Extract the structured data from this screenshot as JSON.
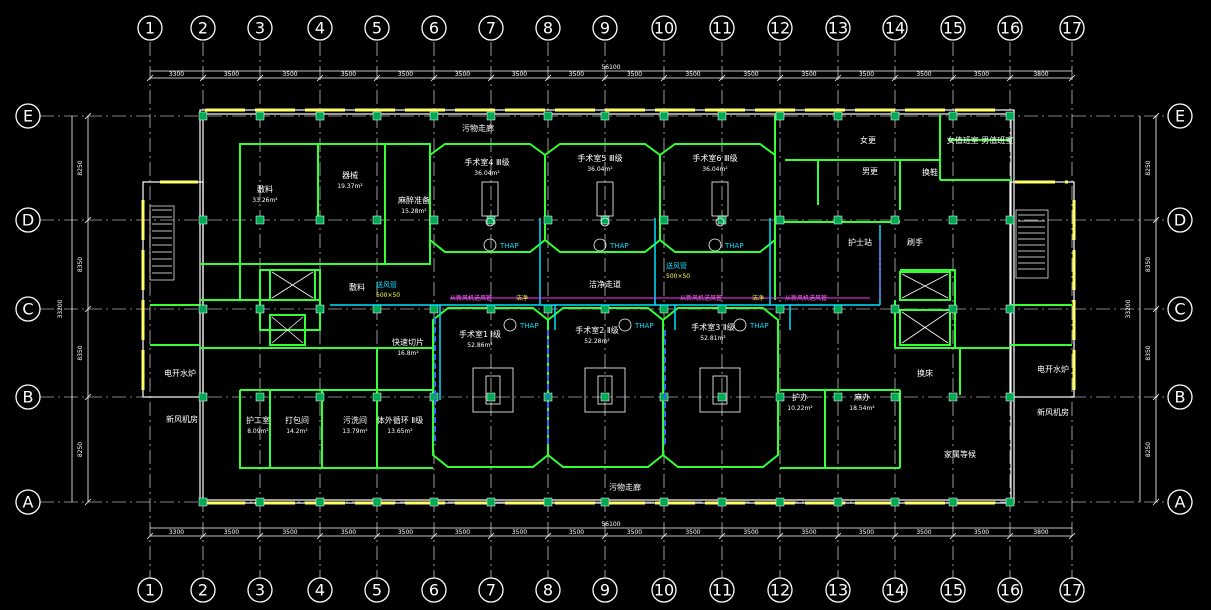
{
  "drawing": {
    "colors": {
      "background": "#000000",
      "walls": "#33ff33",
      "axes": "#ffffff",
      "windows": "#ffff66",
      "duct_supply": "#00e0ff",
      "duct_label": "#ff33ff",
      "duct_exhaust": "#3366ff"
    },
    "column_axes": [
      "1",
      "2",
      "3",
      "4",
      "5",
      "6",
      "7",
      "8",
      "9",
      "10",
      "11",
      "12",
      "13",
      "14",
      "15",
      "16",
      "17"
    ],
    "row_axes": [
      "E",
      "D",
      "C",
      "B",
      "A"
    ],
    "top_dims": [
      "3300",
      "3500",
      "3500",
      "3500",
      "3500",
      "3500",
      "3500",
      "3500",
      "3500",
      "3500",
      "3500",
      "3500",
      "3500",
      "3500",
      "3500",
      "3800"
    ],
    "total_dim": "56100",
    "side_dims": [
      "8250",
      "8350",
      "8350",
      "8250"
    ],
    "side_total": "33200",
    "corridors": {
      "north": "污物走廊",
      "middle": "洁净走道",
      "south": "污物走廊"
    },
    "rooms": [
      {
        "name": "敷料",
        "area": "33.26m²"
      },
      {
        "name": "器械",
        "area": "19.37m²"
      },
      {
        "name": "麻醉准备",
        "area": "15.28m²"
      },
      {
        "name": "手术室4 Ⅲ级",
        "area": "36.04m²"
      },
      {
        "name": "手术室5 Ⅲ级",
        "area": "36.04m²"
      },
      {
        "name": "手术室6 Ⅲ级",
        "area": "36.04m²"
      },
      {
        "name": "女更",
        "area": ""
      },
      {
        "name": "男更",
        "area": ""
      },
      {
        "name": "换鞋",
        "area": ""
      },
      {
        "name": "女值班室",
        "area": ""
      },
      {
        "name": "男值班室",
        "area": ""
      },
      {
        "name": "护士站",
        "area": ""
      },
      {
        "name": "刷手",
        "area": ""
      },
      {
        "name": "敷料",
        "area": ""
      },
      {
        "name": "快速切片",
        "area": "16.8m²"
      },
      {
        "name": "手术室1 Ⅰ级",
        "area": "52.86m²"
      },
      {
        "name": "手术室2 Ⅱ级",
        "area": "52.28m²"
      },
      {
        "name": "手术室3 Ⅱ级",
        "area": "52.81m²"
      },
      {
        "name": "换床",
        "area": ""
      },
      {
        "name": "电开水炉",
        "area": ""
      },
      {
        "name": "新风机房",
        "area": ""
      },
      {
        "name": "护工室",
        "area": "8.09m²"
      },
      {
        "name": "打包间",
        "area": "14.2m²"
      },
      {
        "name": "污洗间",
        "area": "13.79m²"
      },
      {
        "name": "体外循环 Ⅱ级",
        "area": "13.65m²"
      },
      {
        "name": "护办",
        "area": "10.22m²"
      },
      {
        "name": "麻办",
        "area": "18.54m²"
      },
      {
        "name": "家属等候",
        "area": ""
      },
      {
        "name": "电开水炉",
        "area": ""
      },
      {
        "name": "新风机房",
        "area": ""
      }
    ],
    "annotations": {
      "duct_main_1": "送风管",
      "duct_size_1": "500×50",
      "duct_main_2": "送风管",
      "duct_size_2": "500×50",
      "duct_branch": "从新风机送风管",
      "cleanroom_label": "洁净",
      "ahu_label": "THAP"
    }
  }
}
